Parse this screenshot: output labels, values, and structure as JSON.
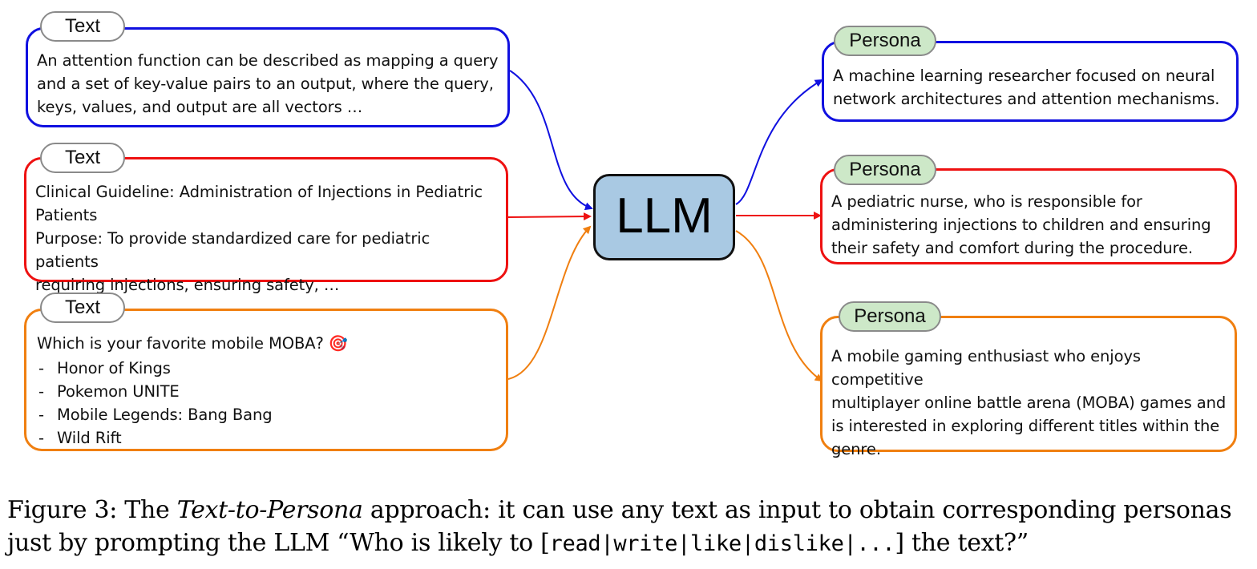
{
  "center_label": "LLM",
  "inputs": [
    {
      "tag": "Text",
      "lines": [
        "An attention function can be described as mapping a query",
        "and a set of key-value pairs to an output, where the query,",
        "keys, values, and output are all vectors …"
      ],
      "color": "#1010e0"
    },
    {
      "tag": "Text",
      "lines": [
        "Clinical Guideline: Administration of Injections in Pediatric",
        "Patients",
        "Purpose: To provide standardized care for pediatric patients",
        "requiring injections, ensuring safety, …"
      ],
      "color": "#ee1111"
    },
    {
      "tag": "Text",
      "heading": "Which is your favorite mobile MOBA? 🎯",
      "dash": "-",
      "items": [
        "Honor of Kings",
        "Pokemon UNITE",
        "Mobile Legends: Bang Bang",
        "Wild Rift"
      ],
      "color": "#f07f10"
    }
  ],
  "outputs": [
    {
      "tag": "Persona",
      "lines": [
        "A machine learning researcher focused on neural",
        "network architectures and attention mechanisms."
      ],
      "color": "#1010e0"
    },
    {
      "tag": "Persona",
      "lines": [
        "A pediatric nurse, who is responsible for",
        "administering injections to children and ensuring",
        "their safety and comfort during the procedure."
      ],
      "color": "#ee1111"
    },
    {
      "tag": "Persona",
      "lines": [
        "A mobile gaming enthusiast who enjoys competitive",
        "multiplayer online battle arena (MOBA) games and",
        "is interested in exploring different titles within the",
        "genre."
      ],
      "color": "#f07f10"
    }
  ],
  "caption": {
    "prefix": "Figure 3: The ",
    "italic": "Text-to-Persona",
    "middle": " approach: it can use any text as input to obtain corresponding personas just by prompting the LLM “Who is likely to [",
    "code": "read|write|like|dislike|...",
    "suffix": "] the text?”"
  }
}
